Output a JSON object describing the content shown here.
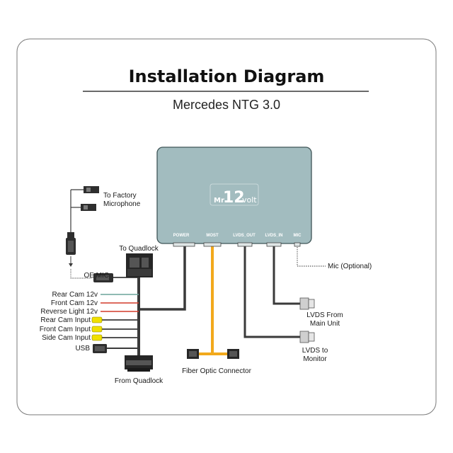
{
  "header": {
    "title": "Installation Diagram",
    "subtitle": "Mercedes NTG 3.0"
  },
  "device": {
    "logo_prefix": "Mr",
    "logo_number": "12",
    "logo_suffix": "volt",
    "ports": [
      "POWER",
      "MOST",
      "LVDS_OUT",
      "LVDS_IN",
      "MIC"
    ]
  },
  "labels": {
    "to_factory_microphone_1": "To Factory",
    "to_factory_microphone_2": "Microphone",
    "to_quadlock": "To Quadlock",
    "oe_mic": "OE MIC",
    "mic_optional": "Mic (Optional)",
    "rear_cam_12v": "Rear Cam 12v",
    "front_cam_12v": "Front Cam 12v",
    "reverse_light_12v": "Reverse Light 12v",
    "rear_cam_input": "Rear Cam Input",
    "front_cam_input": "Front Cam Input",
    "side_cam_input": "Side Cam Input",
    "usb": "USB",
    "from_quadlock": "From Quadlock",
    "fiber_optic_connector": "Fiber Optic Connector",
    "lvds_from_main_1": "LVDS From",
    "lvds_from_main_2": "Main Unit",
    "lvds_to_monitor_1": "LVDS to",
    "lvds_to_monitor_2": "Monitor"
  },
  "colors": {
    "device": "#a2bcbf",
    "cable": "#3a3a3a",
    "fiber": "#f2a91c",
    "wire_green": "#6aa39a",
    "wire_red": "#d23a2a",
    "rca_yellow": "#f0e000"
  }
}
